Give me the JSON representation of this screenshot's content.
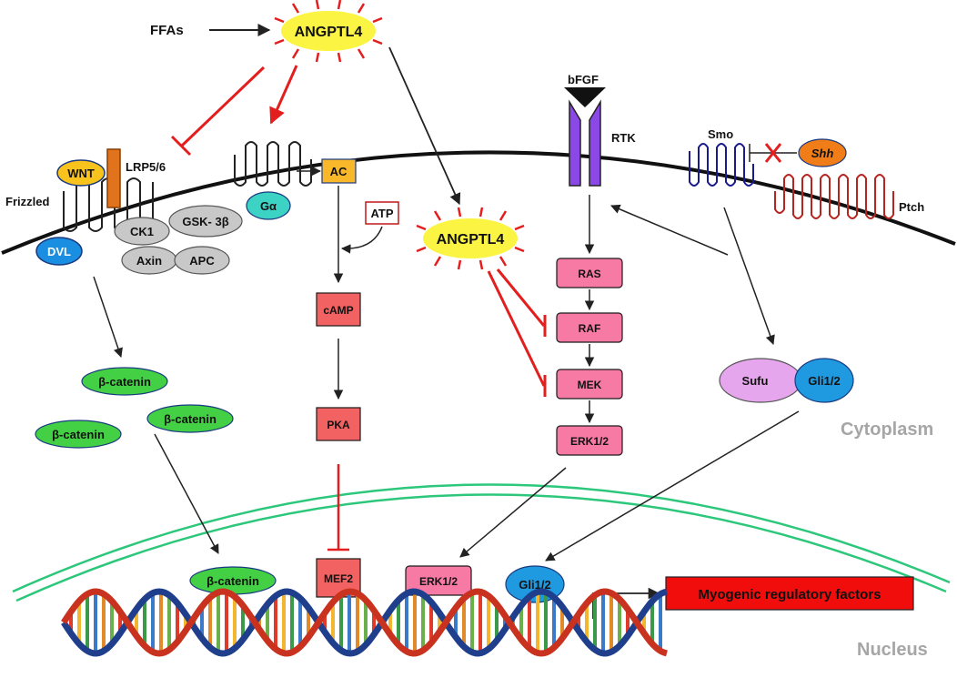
{
  "labels": {
    "ffas": "FFAs",
    "angptl4_top": "ANGPTL4",
    "angptl4_mid": "ANGPTL4",
    "bfgf": "bFGF",
    "rtk": "RTK",
    "smo": "Smo",
    "shh": "Shh",
    "ptch": "Ptch",
    "wnt": "WNT",
    "lrp": "LRP5/6",
    "frizzled": "Frizzled",
    "dvl": "DVL",
    "ck1": "CK1",
    "gsk": "GSK- 3β",
    "axin": "Axin",
    "apc": "APC",
    "galpha": "Gα",
    "ac": "AC",
    "atp": "ATP",
    "camp": "cAMP",
    "pka": "PKA",
    "mef2": "MEF2",
    "ras": "RAS",
    "raf": "RAF",
    "mek": "MEK",
    "erk_cyto": "ERK1/2",
    "erk_nuc": "ERK1/2",
    "bcat1": "β-catenin",
    "bcat2": "β-catenin",
    "bcat3": "β-catenin",
    "bcat_nuc": "β-catenin",
    "sufu": "Sufu",
    "gli_cyto": "Gli1/2",
    "gli_nuc": "Gli1/2",
    "mrf": "Myogenic regulatory factors",
    "cytoplasm": "Cytoplasm",
    "nucleus": "Nucleus"
  },
  "colors": {
    "inhibition": "#e31e1e",
    "arrow": "#222222",
    "angptl4_fill": "#fbf442",
    "receptor_purple": "#8b48e6",
    "smo_blue": "#1a1a8c",
    "ptch_red": "#b5241e",
    "wnt_yellow": "#f7c31c",
    "lrp_orange": "#e1731c",
    "dvl_blue": "#1a8ee0",
    "complex_gray": "#c8c8c8",
    "galpha_teal": "#3dd3c4",
    "ac_orange": "#f8b82a",
    "pka_box": "#f26262",
    "mapk_pink": "#f77aa4",
    "beta_catenin_green": "#44d044",
    "sufu_pink": "#e6a6ee",
    "gli_blue": "#1f9ae0",
    "shh_orange": "#f07d18",
    "mrf_red": "#f20d0d",
    "nuclear_envelope": "#2cc77b",
    "region_label": "#a6a6a6"
  }
}
